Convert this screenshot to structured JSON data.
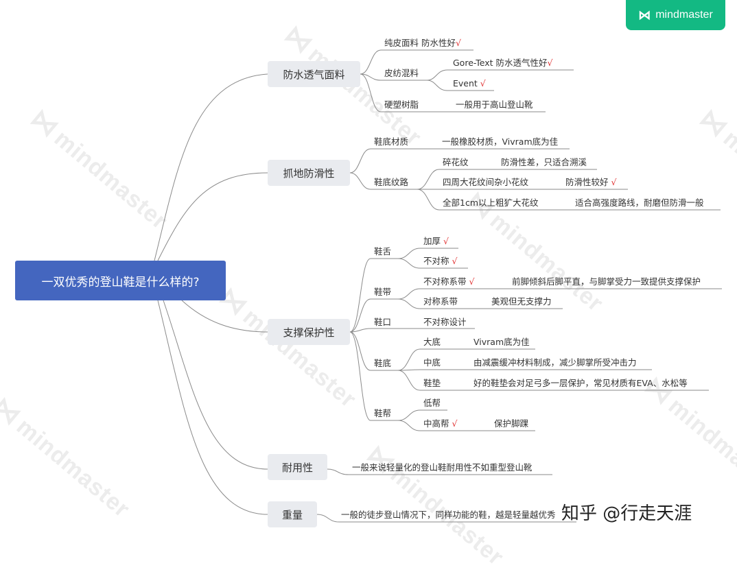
{
  "brand": {
    "logo_icon": "mindmaster-logo-icon",
    "name": "mindmaster"
  },
  "watermark": "mindmaster",
  "credit": "知乎 @行走天涯",
  "root": {
    "label": "一双优秀的登山鞋是什么样的?"
  },
  "branches": {
    "waterproof": {
      "label": "防水透气面料",
      "leather": {
        "label": "纯皮面料 防水性好",
        "check": "√"
      },
      "blend": {
        "label": "皮纺混料"
      },
      "gore": {
        "label": "Gore-Text  防水透气性好",
        "check": "√"
      },
      "event": {
        "label": "Event ",
        "check": "√"
      },
      "resin": {
        "label": "硬塑树脂",
        "desc": "一般用于高山登山靴"
      }
    },
    "grip": {
      "label": "抓地防滑性",
      "material": {
        "label": "鞋底材质",
        "desc": "一般橡胶材质，Vivram底为佳"
      },
      "pattern": {
        "label": "鞋底纹路"
      },
      "fine": {
        "label": "碎花纹",
        "desc": "防滑性差，只适合溯溪"
      },
      "mixed": {
        "label": "四周大花纹间杂小花纹",
        "desc": "防滑性较好 ",
        "check": "√"
      },
      "coarse": {
        "label": "全部1cm以上粗犷大花纹",
        "desc": "适合高强度路线，耐磨但防滑一般"
      }
    },
    "support": {
      "label": "支撑保护性",
      "tongue": {
        "label": "鞋舌",
        "thick": "加厚 ",
        "asym": "不对称 ",
        "check": "√"
      },
      "lace": {
        "label": "鞋带",
        "asym": "不对称系带  ",
        "check": "√",
        "asym_desc": "前脚倾斜后脚平直，与脚掌受力一致提供支撑保护",
        "sym": "对称系带",
        "sym_desc": "美观但无支撑力"
      },
      "collar": {
        "label": "鞋口",
        "desc": "不对称设计"
      },
      "sole": {
        "label": "鞋底",
        "outsole": "大底",
        "outsole_desc": "Vivram底为佳",
        "midsole": "中底",
        "midsole_desc": "由减震缓冲材料制成，减少脚掌所受冲击力",
        "insole": "鞋垫",
        "insole_desc": "好的鞋垫会对足弓多一层保护，常见材质有EVA、水松等"
      },
      "upper": {
        "label": "鞋帮",
        "low": "低帮",
        "mid": "中高帮  ",
        "check": "√",
        "mid_desc": "保护脚踝"
      }
    },
    "durability": {
      "label": "耐用性",
      "desc": "一般来说轻量化的登山鞋耐用性不如重型登山靴"
    },
    "weight": {
      "label": "重量",
      "desc": "一般的徒步登山情况下，同样功能的鞋，越是轻量越优秀"
    }
  }
}
